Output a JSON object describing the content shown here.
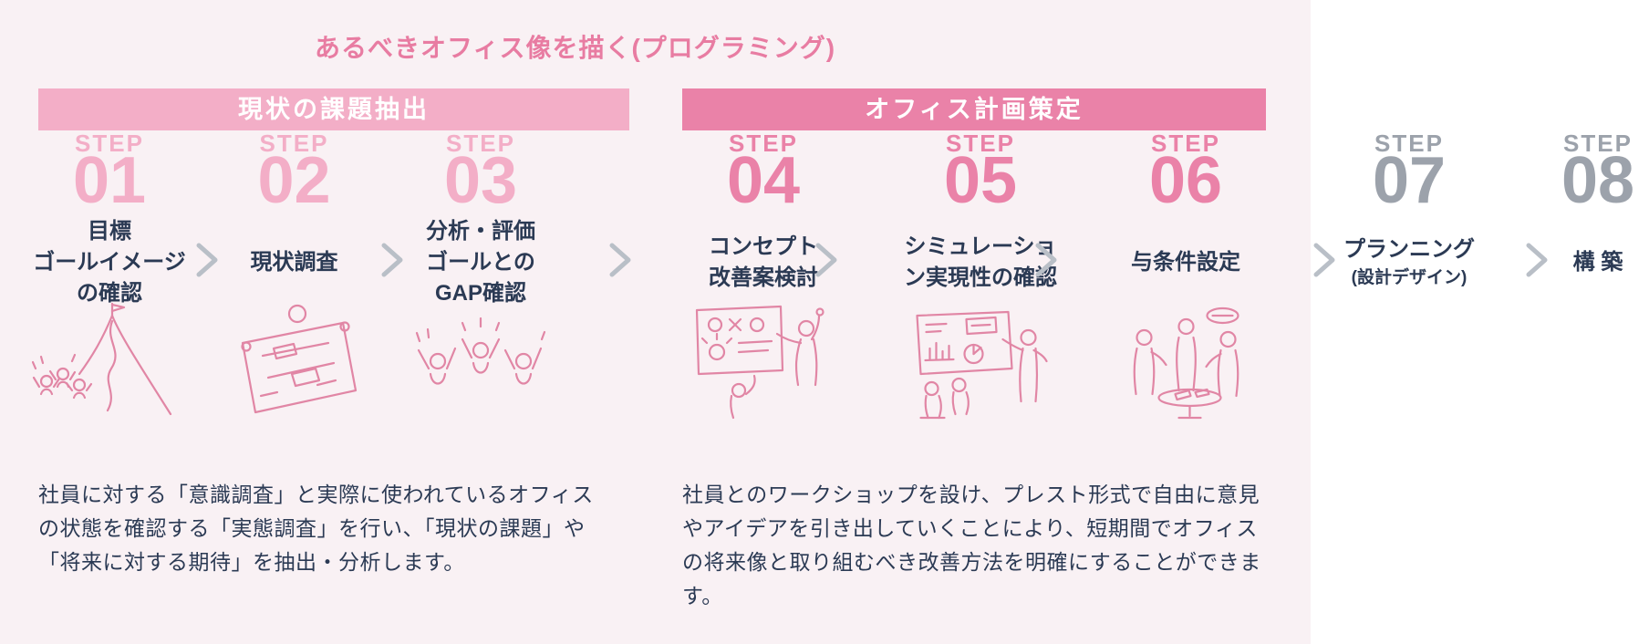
{
  "page": {
    "title": "あるべきオフィス像を描く(プログラミング)"
  },
  "phases": [
    {
      "label": "現状の課題抽出"
    },
    {
      "label": "オフィス計画策定"
    }
  ],
  "steps": [
    {
      "label": "STEP",
      "number": "01",
      "lines": [
        "目標",
        "ゴールイメージ",
        "の確認"
      ],
      "illustration": "team-climbing-mountain"
    },
    {
      "label": "STEP",
      "number": "02",
      "lines": [
        "現状調査"
      ],
      "illustration": "person-checking-floorplan"
    },
    {
      "label": "STEP",
      "number": "03",
      "lines": [
        "分析・評価",
        "ゴールとの",
        "GAP確認"
      ],
      "illustration": "people-cheering"
    },
    {
      "label": "STEP",
      "number": "04",
      "lines": [
        "コンセプト",
        "改善案検討"
      ],
      "illustration": "whiteboard-idea-discussion"
    },
    {
      "label": "STEP",
      "number": "05",
      "lines": [
        "シミュレーショ",
        "ン実現性の確認"
      ],
      "illustration": "chart-presentation"
    },
    {
      "label": "STEP",
      "number": "06",
      "lines": [
        "与条件設定"
      ],
      "illustration": "round-table-meeting"
    },
    {
      "label": "STEP",
      "number": "07",
      "lines": [
        "プランニング",
        "(設計デザイン)"
      ]
    },
    {
      "label": "STEP",
      "number": "08",
      "lines": [
        "構 築"
      ]
    }
  ],
  "descriptions": {
    "phase1": "社員に対する「意識調査」と実際に使われているオフィスの状態を確認する「実態調査」を行い、「現状の課題」や「将来に対する期待」を抽出・分析します。",
    "phase2": "社員とのワークショップを設け、プレスト形式で自由に意見やアイデアを引き出していくことにより、短期間でオフィスの将来像と取り組むべき改善方法を明確にすることができます。"
  },
  "colors": {
    "background_pink": "#F9F1F4",
    "background_white": "#FFFFFF",
    "accent_light_pink": "#F3AEC7",
    "accent_dark_pink": "#EA82A8",
    "title_pink": "#E87CA2",
    "text_navy": "#2B3A54",
    "step_gray": "#9CA2AB",
    "chevron_gray": "#B9BFC7",
    "illustration_pink": "#E186A5"
  }
}
